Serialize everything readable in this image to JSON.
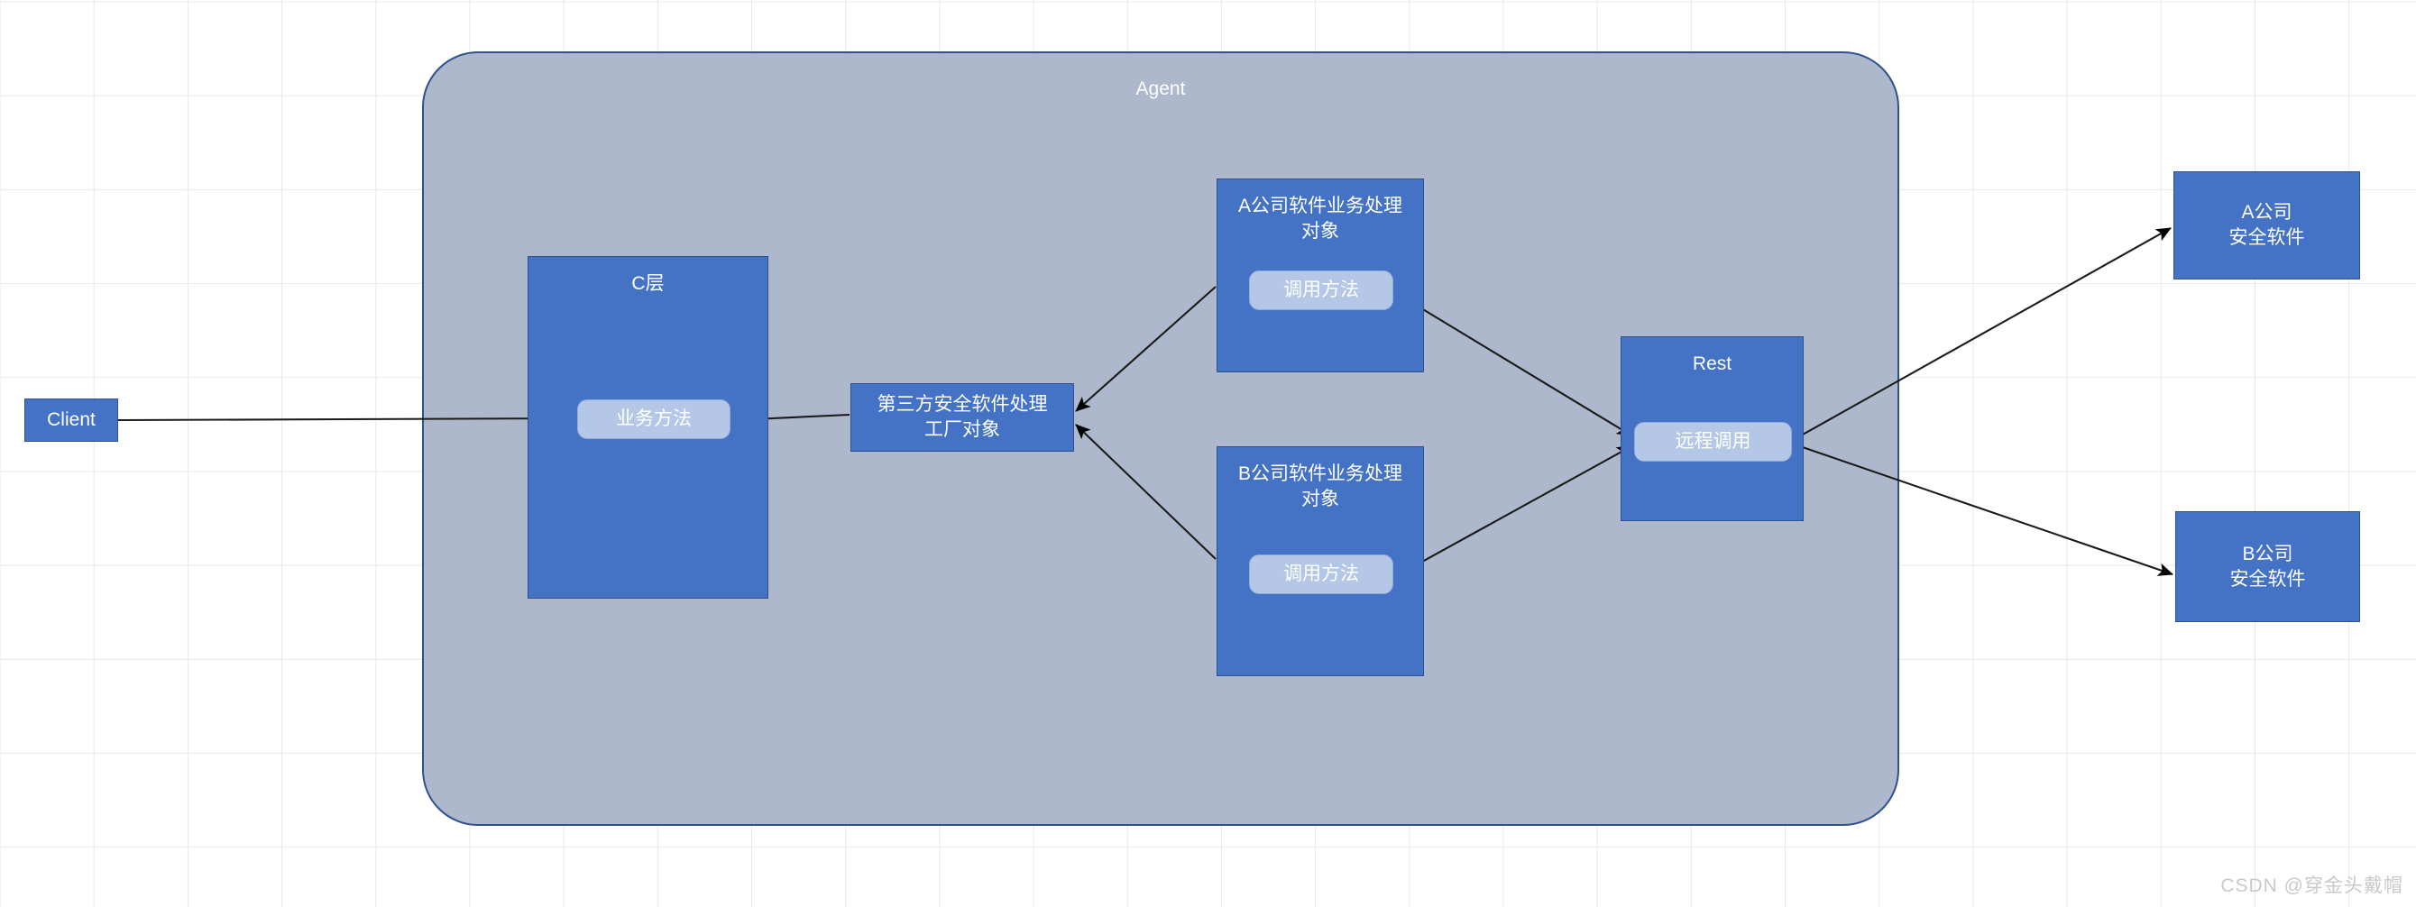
{
  "diagram": {
    "title": "Agent",
    "watermark": "CSDN @穿金头戴帽",
    "colors": {
      "container_fill": "#aeb8cc",
      "container_border": "#2f528f",
      "box_fill": "#4472c4",
      "box_border": "#2f528f",
      "pill_fill": "#b4c7e7",
      "pill_border": "#8faadc",
      "text": "#ffffff",
      "edge": "#000000",
      "grid": "#e8e8e8",
      "background": "#ffffff"
    },
    "nodes": {
      "client": {
        "label": "Client"
      },
      "c_layer": {
        "title": "C层",
        "method": "业务方法"
      },
      "factory": {
        "label_line1": "第三方安全软件处理",
        "label_line2": "工厂对象"
      },
      "company_a_object": {
        "title_line1": "A公司软件业务处理",
        "title_line2": "对象",
        "method": "调用方法"
      },
      "company_b_object": {
        "title_line1": "B公司软件业务处理",
        "title_line2": "对象",
        "method": "调用方法"
      },
      "rest": {
        "title": "Rest",
        "method": "远程调用"
      },
      "company_a_software": {
        "line1": "A公司",
        "line2": "安全软件"
      },
      "company_b_software": {
        "line1": "B公司",
        "line2": "安全软件"
      }
    },
    "edges": [
      {
        "name": "client-to-business-method",
        "from": "client",
        "to": "c_layer.method",
        "direction": "forward"
      },
      {
        "name": "factory-to-business-method",
        "from": "factory",
        "to": "c_layer.method",
        "direction": "forward"
      },
      {
        "name": "company-a-object-to-factory",
        "from": "company_a_object",
        "to": "factory",
        "direction": "forward"
      },
      {
        "name": "company-b-object-to-factory",
        "from": "company_b_object",
        "to": "factory",
        "direction": "forward"
      },
      {
        "name": "company-a-method-to-rest",
        "from": "company_a_object.method",
        "to": "rest.method",
        "direction": "forward"
      },
      {
        "name": "company-b-method-to-rest",
        "from": "company_b_object.method",
        "to": "rest.method",
        "direction": "forward"
      },
      {
        "name": "rest-to-company-a-software",
        "from": "rest.method",
        "to": "company_a_software",
        "direction": "forward"
      },
      {
        "name": "rest-to-company-b-software",
        "from": "rest.method",
        "to": "company_b_software",
        "direction": "forward"
      }
    ]
  }
}
